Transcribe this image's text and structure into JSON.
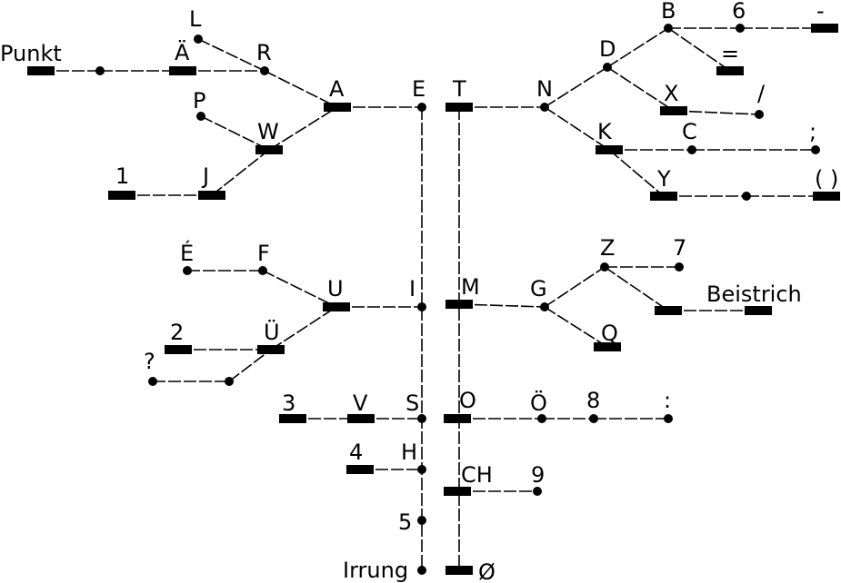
{
  "tree": {
    "labels": {
      "punkt": "Punkt",
      "l": "L",
      "ae": "Ä",
      "r": "R",
      "a": "A",
      "e": "E",
      "p": "P",
      "w": "W",
      "one": "1",
      "j": "J",
      "t": "T",
      "n": "N",
      "d": "D",
      "b": "B",
      "six": "6",
      "minus": "-",
      "equals": "=",
      "x": "X",
      "slash": "/",
      "k": "K",
      "c": "C",
      "semicolon": ";",
      "y": "Y",
      "parens": "( )",
      "e_acute": "É",
      "f": "F",
      "u": "U",
      "i": "I",
      "two": "2",
      "ue": "Ü",
      "question": "?",
      "m": "M",
      "g": "G",
      "z": "Z",
      "seven": "7",
      "beistrich": "Beistrich",
      "q": "Q",
      "three": "3",
      "v": "V",
      "s": "S",
      "o": "O",
      "oe": "Ö",
      "eight": "8",
      "colon": ":",
      "four": "4",
      "h": "H",
      "ch": "CH",
      "nine": "9",
      "five": "5",
      "irrung": "Irrung",
      "zero": "Ø"
    }
  }
}
